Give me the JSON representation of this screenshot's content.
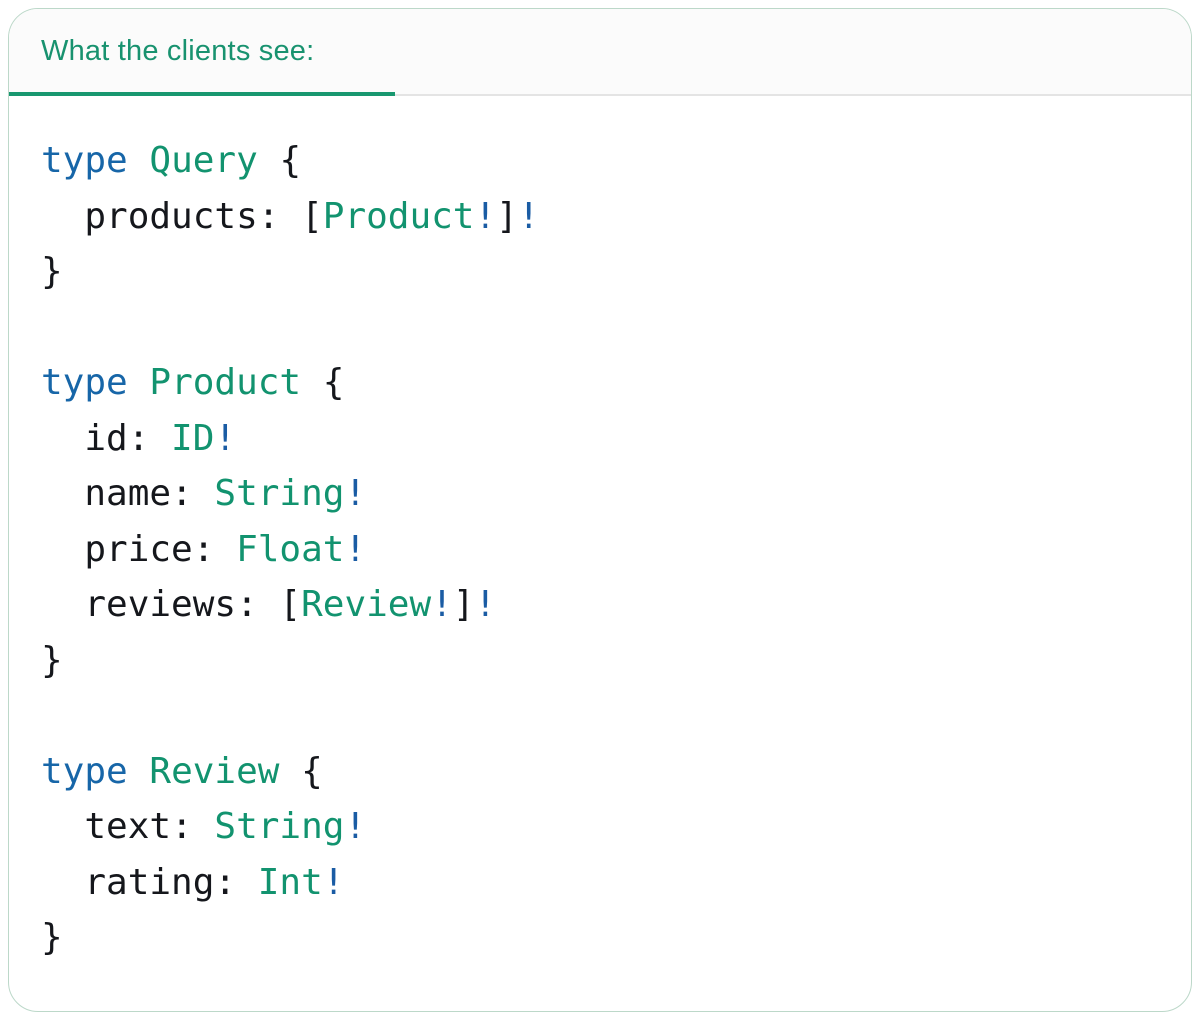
{
  "colors": {
    "title_green": "#18926F",
    "indicator_green": "#18976F",
    "divider_gray": "#E4E4E4",
    "header_bg": "#FBFBFB",
    "card_border": "#BCD8C9",
    "keyword_blue": "#1766A8",
    "type_green": "#12936F",
    "bang_blue": "#1A5CA4",
    "plain_dark": "#15171C"
  },
  "header": {
    "title": "What the clients see:"
  },
  "code": {
    "language": "graphql",
    "lines": [
      [
        {
          "text": "type",
          "kind": "keyword"
        },
        {
          "text": " ",
          "kind": "plain"
        },
        {
          "text": "Query",
          "kind": "type"
        },
        {
          "text": " {",
          "kind": "plain"
        }
      ],
      [
        {
          "text": "  products: [",
          "kind": "plain"
        },
        {
          "text": "Product",
          "kind": "type"
        },
        {
          "text": "!",
          "kind": "bang"
        },
        {
          "text": "]",
          "kind": "plain"
        },
        {
          "text": "!",
          "kind": "bang"
        }
      ],
      [
        {
          "text": "}",
          "kind": "plain"
        }
      ],
      [],
      [
        {
          "text": "type",
          "kind": "keyword"
        },
        {
          "text": " ",
          "kind": "plain"
        },
        {
          "text": "Product",
          "kind": "type"
        },
        {
          "text": " {",
          "kind": "plain"
        }
      ],
      [
        {
          "text": "  id: ",
          "kind": "plain"
        },
        {
          "text": "ID",
          "kind": "type"
        },
        {
          "text": "!",
          "kind": "bang"
        }
      ],
      [
        {
          "text": "  name: ",
          "kind": "plain"
        },
        {
          "text": "String",
          "kind": "type"
        },
        {
          "text": "!",
          "kind": "bang"
        }
      ],
      [
        {
          "text": "  price: ",
          "kind": "plain"
        },
        {
          "text": "Float",
          "kind": "type"
        },
        {
          "text": "!",
          "kind": "bang"
        }
      ],
      [
        {
          "text": "  reviews: [",
          "kind": "plain"
        },
        {
          "text": "Review",
          "kind": "type"
        },
        {
          "text": "!",
          "kind": "bang"
        },
        {
          "text": "]",
          "kind": "plain"
        },
        {
          "text": "!",
          "kind": "bang"
        }
      ],
      [
        {
          "text": "}",
          "kind": "plain"
        }
      ],
      [],
      [
        {
          "text": "type",
          "kind": "keyword"
        },
        {
          "text": " ",
          "kind": "plain"
        },
        {
          "text": "Review",
          "kind": "type"
        },
        {
          "text": " {",
          "kind": "plain"
        }
      ],
      [
        {
          "text": "  text: ",
          "kind": "plain"
        },
        {
          "text": "String",
          "kind": "type"
        },
        {
          "text": "!",
          "kind": "bang"
        }
      ],
      [
        {
          "text": "  rating: ",
          "kind": "plain"
        },
        {
          "text": "Int",
          "kind": "type"
        },
        {
          "text": "!",
          "kind": "bang"
        }
      ],
      [
        {
          "text": "}",
          "kind": "plain"
        }
      ]
    ]
  }
}
